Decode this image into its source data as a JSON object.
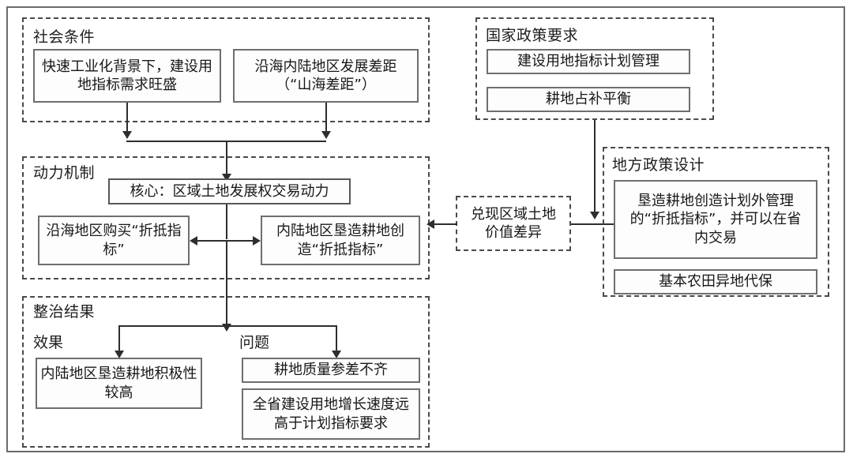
{
  "diagram": {
    "groups": {
      "social": {
        "title": "社会条件",
        "nodes": [
          "快速工业化背景下，建设用地指标需求旺盛",
          "沿海内陆地区发展差距（“山海差距”）"
        ]
      },
      "mechanism": {
        "title": "动力机制",
        "core": "核心：区域土地发展权交易动力",
        "nodes": [
          "沿海地区购买“折抵指标”",
          "内陆地区垦造耕地创造“折抵指标”"
        ]
      },
      "results": {
        "title": "整治结果",
        "sublabels": {
          "effect": "效果",
          "problem": "问题"
        },
        "effect_nodes": [
          "内陆地区垦造耕地积极性较高"
        ],
        "problem_nodes": [
          "耕地质量参差不齐",
          "全省建设用地增长速度远高于计划指标要求"
        ]
      },
      "national": {
        "title": "国家政策要求",
        "nodes": [
          "建设用地指标计划管理",
          "耕地占补平衡"
        ]
      },
      "local": {
        "title": "地方政策设计",
        "nodes": [
          "垦造耕地创造计划外管理的“折抵指标”，并可以在省内交易",
          "基本农田异地代保"
        ]
      }
    },
    "bridge": {
      "label": "兑现区域土地价值差异"
    },
    "colors": {
      "group_border": "#4a4a4a",
      "node_border": "#6e6e6e",
      "connector": "#2e2e2e",
      "text": "#171717",
      "frame": "#6b6b6b",
      "background": "#ffffff"
    }
  }
}
